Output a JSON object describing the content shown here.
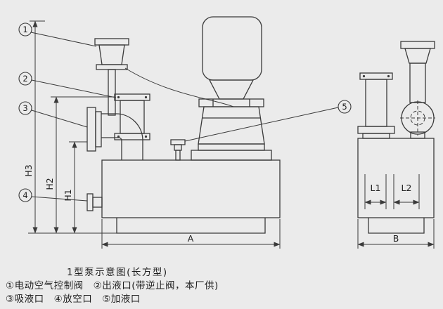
{
  "colors": {
    "background": "#ebebeb",
    "ink": "#3a3a3a"
  },
  "title": "1型泵示意图(长方型)",
  "callouts": [
    "1",
    "2",
    "3",
    "4",
    "5"
  ],
  "dimensions": {
    "h1": "H1",
    "h2": "H2",
    "h3": "H3",
    "a": "A",
    "l1": "L1",
    "l2": "L2",
    "b": "B"
  },
  "legend": {
    "line1": "①电动空气控制阀　②出液口(带逆止阀，本厂供)",
    "line2": "③吸液口　④放空口　⑤加液口"
  },
  "parts": [
    {
      "num": "①",
      "name": "电动空气控制阀"
    },
    {
      "num": "②",
      "name": "出液口(带逆止阀，本厂供)"
    },
    {
      "num": "③",
      "name": "吸液口"
    },
    {
      "num": "④",
      "name": "放空口"
    },
    {
      "num": "⑤",
      "name": "加液口"
    }
  ]
}
